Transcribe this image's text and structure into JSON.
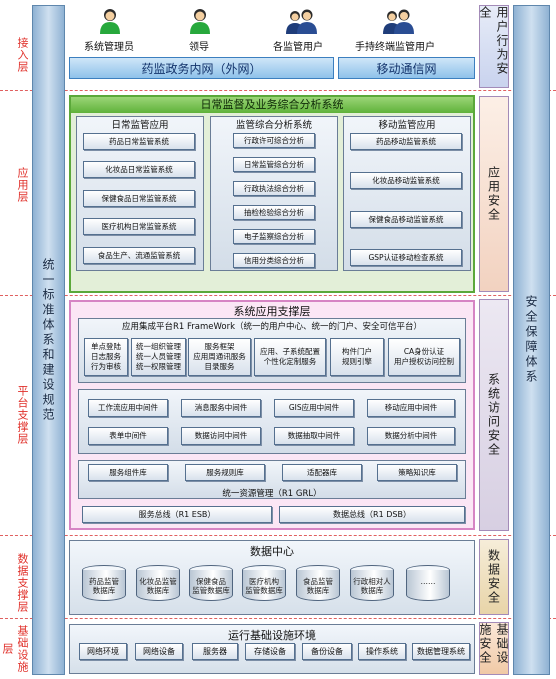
{
  "layers": {
    "access": "接入层",
    "application": "应用层",
    "platform": "平台支撑层",
    "data": "数据支撑层",
    "infra": "基础设施层"
  },
  "left_column": "统一标准体系和建设规范",
  "right_outer_column": "安全保障体系",
  "right_columns": {
    "user_security": "用户行为安全",
    "app_security": "应用安全",
    "sys_security": "系统访问安全",
    "data_security": "数据安全",
    "infra_security": "基础设施安全"
  },
  "users": [
    "系统管理员",
    "领导",
    "各监管用户",
    "手持终端监管用户"
  ],
  "networks": {
    "intranet": "药监政务内网（外网）",
    "mobile": "移动通信网"
  },
  "app_layer": {
    "title": "日常监督及业务综合分析系统",
    "daily": {
      "title": "日常监管应用",
      "items": [
        "药品日常监管系统",
        "化妆品日常监管系统",
        "保健食品日常监管系统",
        "医疗机构日常监管系统",
        "食品生产、流通监管系统"
      ]
    },
    "analysis": {
      "title": "监管综合分析系统",
      "items": [
        "行政许可综合分析",
        "日常监管综合分析",
        "行政执法综合分析",
        "抽检检验综合分析",
        "电子监察综合分析",
        "信用分类综合分析"
      ]
    },
    "mobile": {
      "title": "移动监管应用",
      "items": [
        "药品移动监管系统",
        "化妆品移动监管系统",
        "保健食品移动监管系统",
        "GSP认证移动检查系统"
      ]
    }
  },
  "platform": {
    "title": "系统应用支撑层",
    "r1_title": "应用集成平台R1 FrameWork（统一的用户中心、统一的门户、安全可信平台）",
    "r1_items": [
      "单点登陆\n日志服务\n行为审核",
      "统一组织管理\n统一人员管理\n统一权限管理",
      "服务框架\n应用周通讯服务\n目录服务",
      "应用、子系统配置\n个性化定制服务",
      "构件门户\n规则引擎",
      "CA身份认证\n用户授权访问控制"
    ],
    "middleware": [
      "工作流应用中间件",
      "消息服务中间件",
      "GIS应用中间件",
      "移动应用中间件",
      "表单中间件",
      "数据访问中间件",
      "数据抽取中间件",
      "数据分析中间件"
    ],
    "libs": [
      "服务组件库",
      "服务规则库",
      "适配器库",
      "策略知识库"
    ],
    "resource_mgr": "统一资源管理（R1 GRL）",
    "service_bus": "服务总线（R1 ESB）",
    "data_bus": "数据总线（R1 DSB）"
  },
  "data_center": {
    "title": "数据中心",
    "dbs": [
      "药品监管\n数据库",
      "化妆品监管\n数据库",
      "保健食品\n监管数据库",
      "医疗机构\n监管数据库",
      "食品监管\n数据库",
      "行政相对人\n数据库",
      "……"
    ]
  },
  "infra": {
    "title": "运行基础设施环境",
    "items": [
      "网络环境",
      "网络设备",
      "服务器",
      "存储设备",
      "备份设备",
      "操作系统",
      "数据管理系统"
    ]
  },
  "colors": {
    "green": "#6fc04a",
    "pink": "#e9a6d8",
    "red_label": "#e0302a",
    "blue_bar": "#8fc2ea"
  }
}
